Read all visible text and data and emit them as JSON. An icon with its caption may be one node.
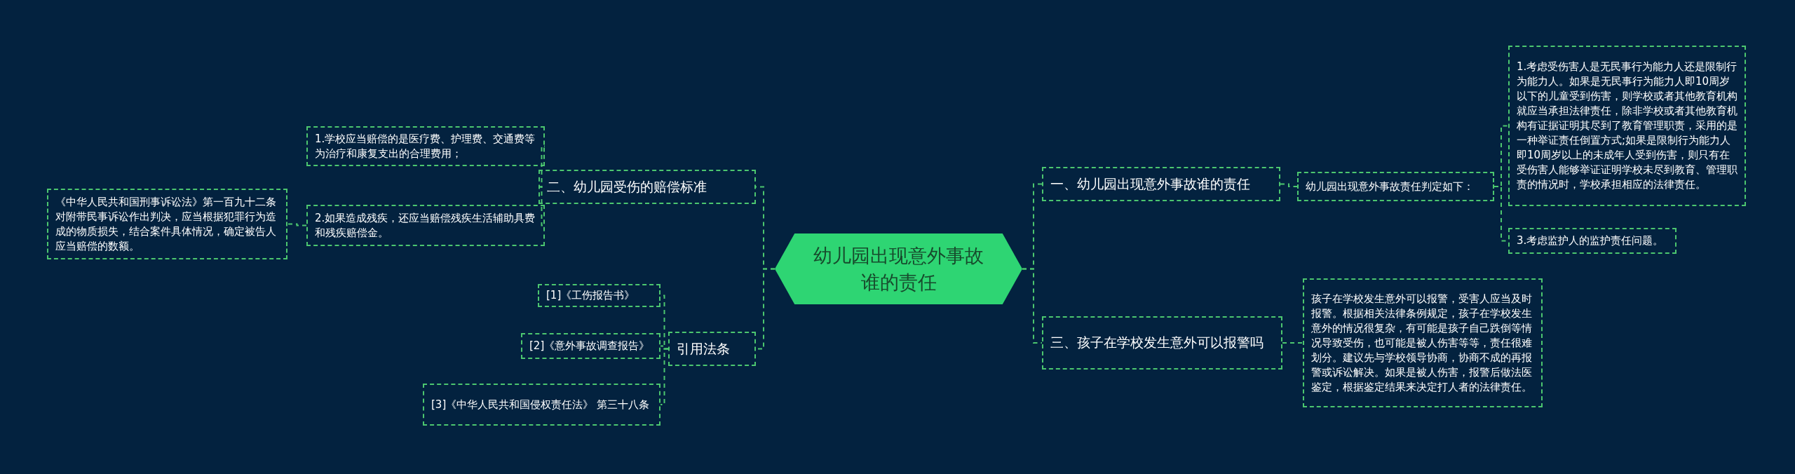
{
  "diagram": {
    "nodes": [
      {
        "text": [
          "幼儿园出现意外事故谁的责任"
        ]
      },
      {
        "text": [
          "二、幼儿园受伤的赔偿标准"
        ]
      },
      {
        "text": [
          "1.学校应当赔偿的是医疗费、护理费、交通费等为治疗和康复支出的合理费用；"
        ]
      },
      {
        "text": [
          "2.如果造成残疾，还应当赔偿残疾生活辅助具费和残疾赔偿金。"
        ]
      },
      {
        "text": [
          "《中华人民共和国刑事诉讼法》第一百九十二条对附带民事诉讼作出判决，应当根据犯罪行为造成的物质损失，结合案件具体情况，确定被告人应当赔偿的数额。"
        ]
      },
      {
        "text": [
          "引用法条"
        ]
      },
      {
        "text": [
          "[1]《工伤报告书》"
        ]
      },
      {
        "text": [
          "[2]《意外事故调查报告》"
        ]
      },
      {
        "text": [
          "[3]《中华人民共和国侵权责任法》 第三十八条"
        ]
      },
      {
        "text": [
          "一、幼儿园出现意外事故谁的责任"
        ]
      },
      {
        "text": [
          "幼儿园出现意外事故责任判定如下："
        ]
      },
      {
        "text": [
          "1.考虑受伤害人是无民事行为能力人还是限制行为能力人。如果是无民事行为能力人即10周岁以下的儿童受到伤害，则学校或者其他教育机构就应当承担法律责任，除非学校或者其他教育机构有证据证明其尽到了教育管理职责，采用的是一种举证责任倒置方式;如果是限制行为能力人即10周岁以上的未成年人受到伤害，则只有在受伤害人能够举证证明学校未尽到教育、管理职责的情况时，学校承担相应的法律责任。"
        ]
      },
      {
        "text": [
          "3.考虑监护人的监护责任问题。"
        ]
      },
      {
        "text": [
          "三、孩子在学校发生意外可以报警吗"
        ]
      },
      {
        "text": [
          "孩子在学校发生意外可以报警，受害人应当及时报警。根据相关法律条例规定，孩子在学校发生意外的情况很复杂，有可能是孩子自己跌倒等情况导致受伤，也可能是被人伤害等等，责任很难划分。建议先与学校领导协商，协商不成的再报警或诉讼解决。如果是被人伤害，报警后做法医鉴定，根据鉴定结果来决定打人者的法律责任。"
        ]
      }
    ],
    "edges": [
      {
        "from": 0,
        "to": 1,
        "arrow": "none"
      },
      {
        "from": 1,
        "to": 2,
        "arrow": "none"
      },
      {
        "from": 1,
        "to": 3,
        "arrow": "none"
      },
      {
        "from": 3,
        "to": 4,
        "arrow": "none"
      },
      {
        "from": 0,
        "to": 5,
        "arrow": "none"
      },
      {
        "from": 5,
        "to": 6,
        "arrow": "none"
      },
      {
        "from": 5,
        "to": 7,
        "arrow": "none"
      },
      {
        "from": 5,
        "to": 8,
        "arrow": "none"
      },
      {
        "from": 0,
        "to": 9,
        "arrow": "none"
      },
      {
        "from": 9,
        "to": 10,
        "arrow": "none"
      },
      {
        "from": 10,
        "to": 11,
        "arrow": "none"
      },
      {
        "from": 10,
        "to": 12,
        "arrow": "none"
      },
      {
        "from": 0,
        "to": 13,
        "arrow": "none"
      },
      {
        "from": 13,
        "to": 14,
        "arrow": "none"
      }
    ]
  }
}
